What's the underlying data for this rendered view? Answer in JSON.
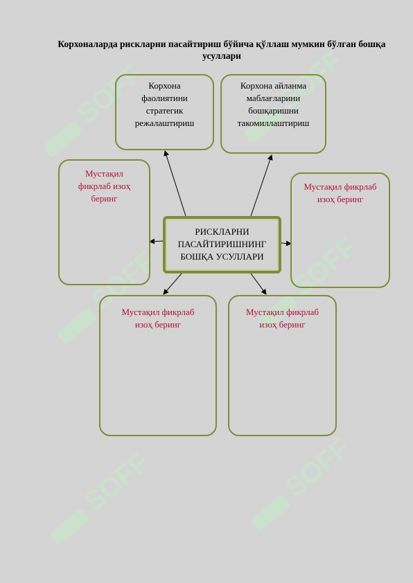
{
  "title": "Корхоналарда рискларни пасайтириш бўйича қўллаш мумкин бўлган бошқа усуллари",
  "center": "РИСКЛАРНИ ПАСАЙТИРИШНИНГ БОШҚА УСУЛЛАРИ",
  "boxes": {
    "top_left": "Корхона фаолиятини стратегик режалаштириш",
    "top_right": "Корхона айланма маблағларини бошқаришни такомиллаштириш",
    "left": "Мустақил фикрлаб изоҳ беринг",
    "right": "Мустақил фикрлаб изоҳ беринг",
    "bottom_left": "Мустақил фикрлаб изоҳ беринг",
    "bottom_right": "Мустақил фикрлаб изоҳ беринг"
  },
  "watermark": {
    "text": "SOFF",
    "icon": "soff-logo-icon"
  },
  "colors": {
    "border": "#7f8c3a",
    "prompt_text": "#b0103a",
    "background": "#d4d4d4"
  }
}
